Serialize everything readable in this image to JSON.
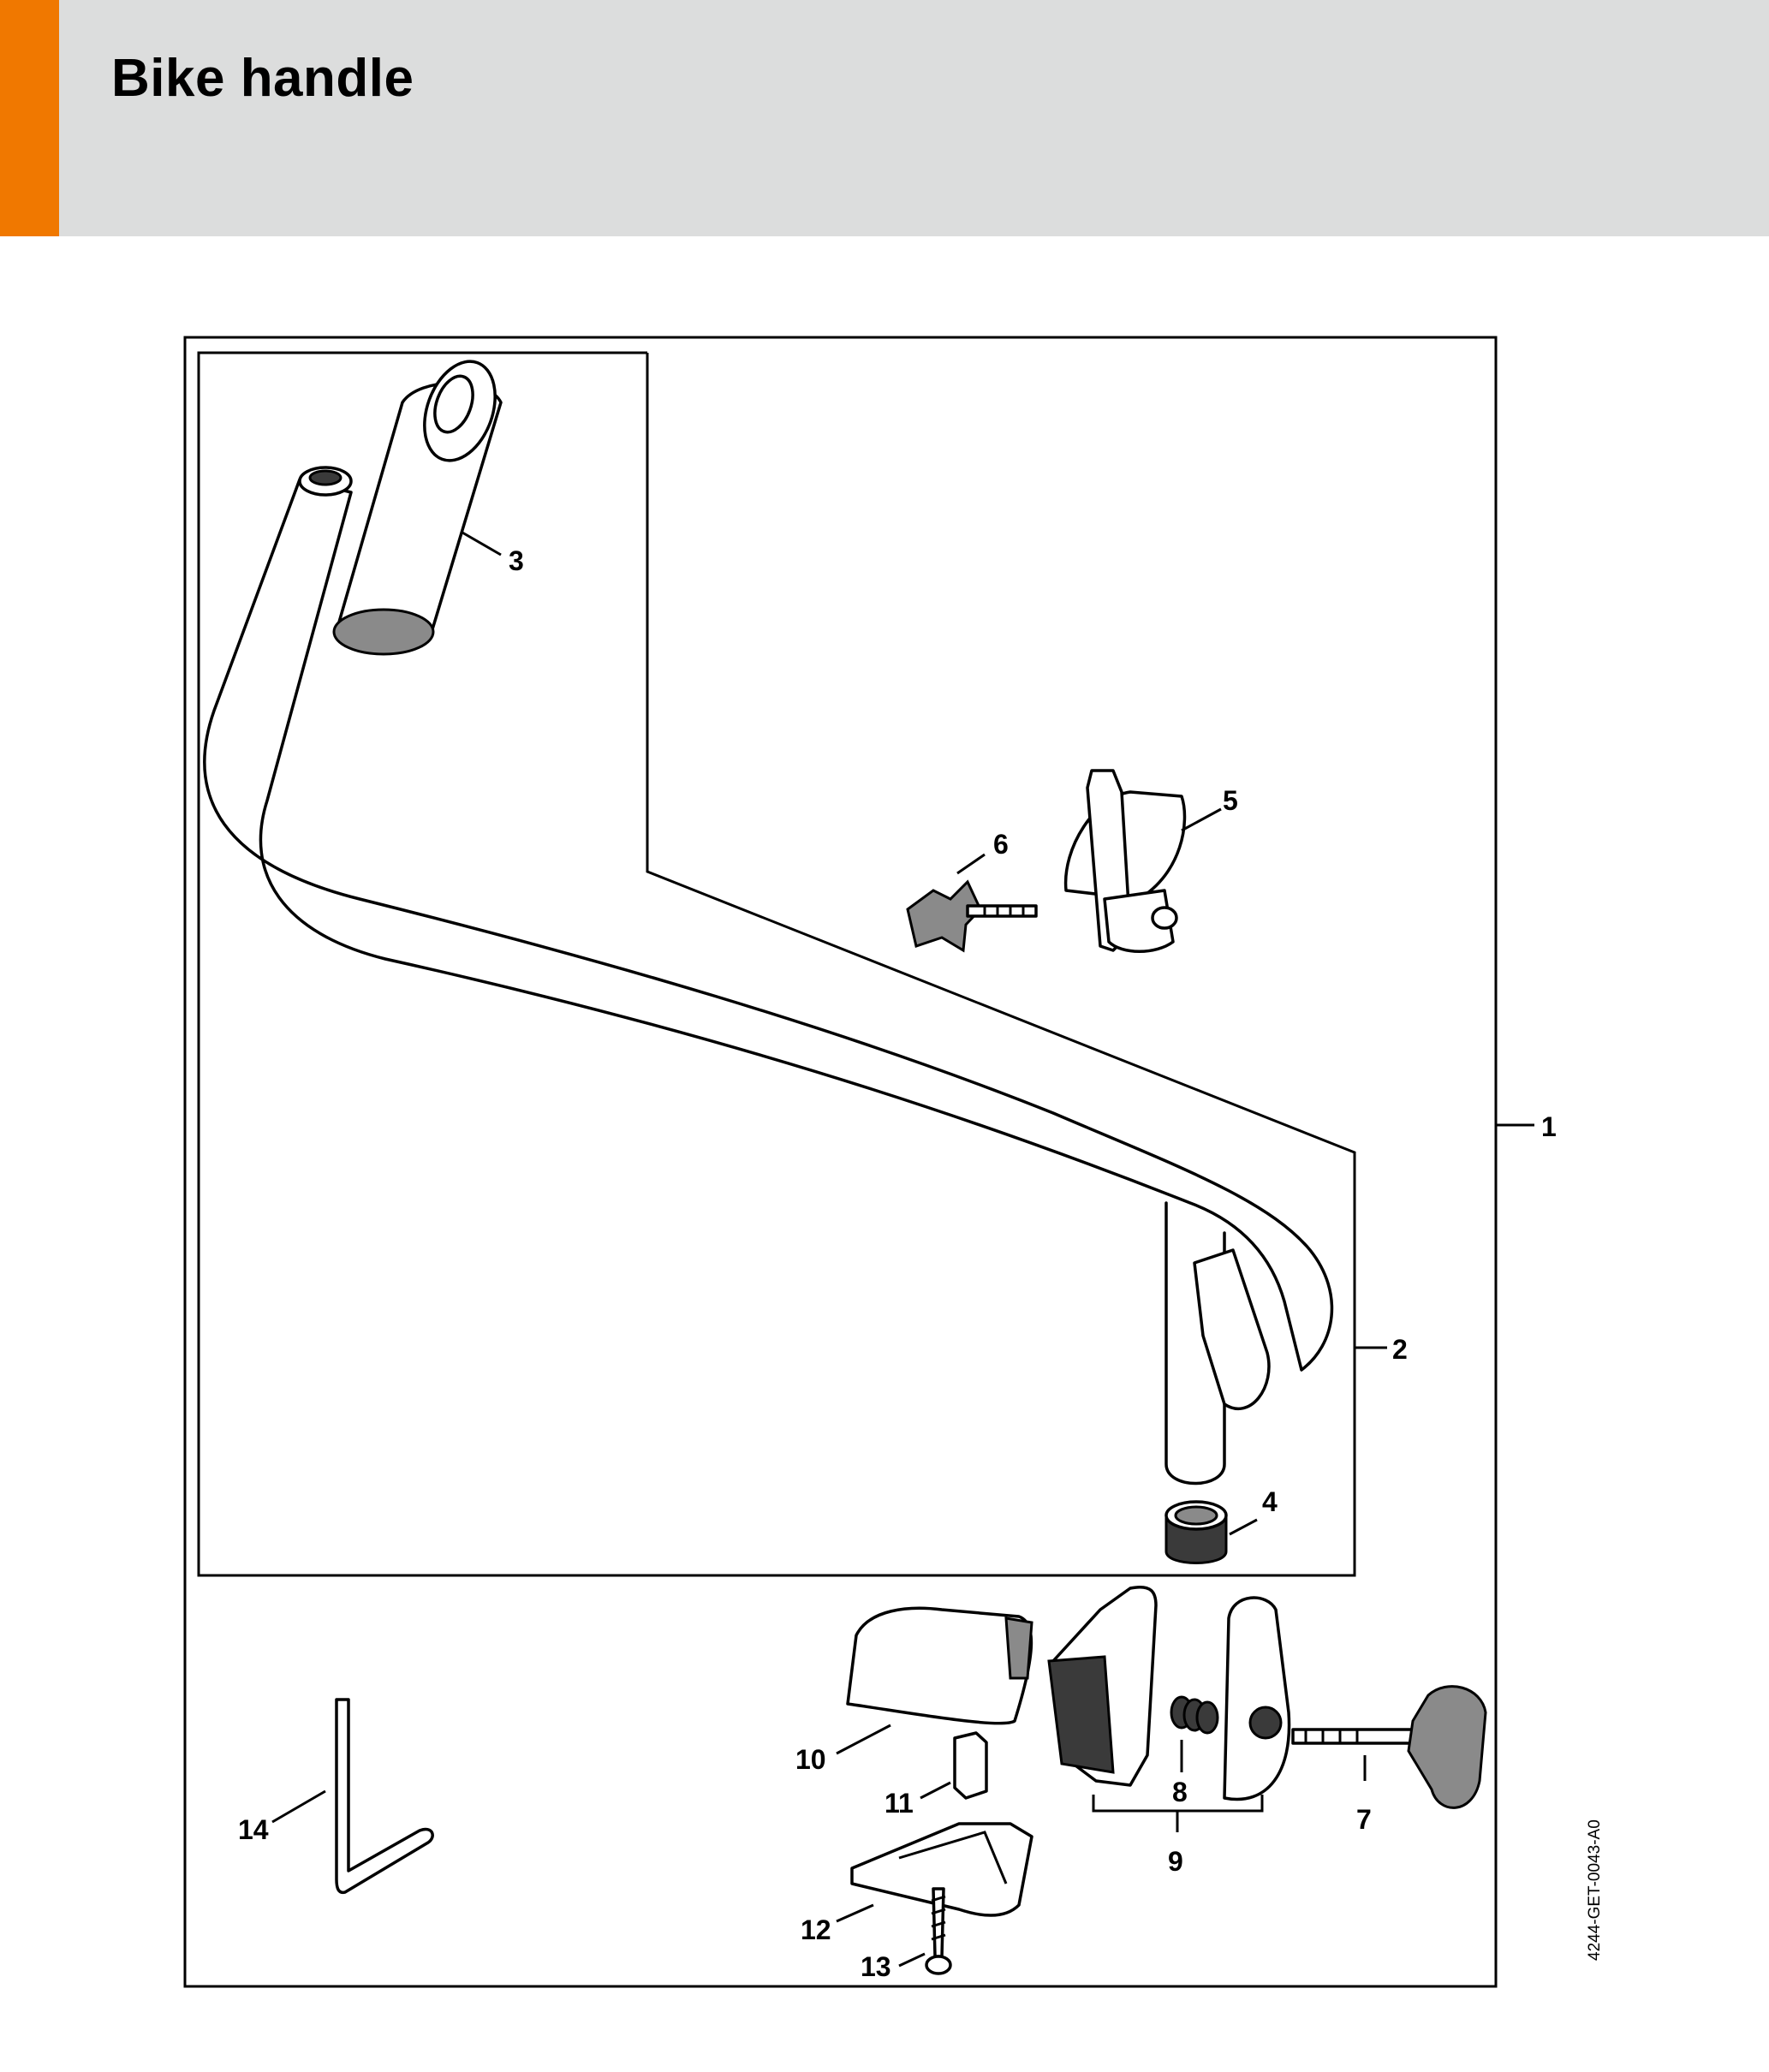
{
  "page": {
    "title": "Bike handle",
    "accent_color": "#f07800",
    "header_bg": "#dcdddd"
  },
  "diagram": {
    "drawing_code": "4244-GET-0043-A0",
    "callouts": {
      "c1": "1",
      "c2": "2",
      "c3": "3",
      "c4": "4",
      "c5": "5",
      "c6": "6",
      "c7": "7",
      "c8": "8",
      "c9": "9",
      "c10": "10",
      "c11": "11",
      "c12": "12",
      "c13": "13",
      "c14": "14"
    }
  }
}
